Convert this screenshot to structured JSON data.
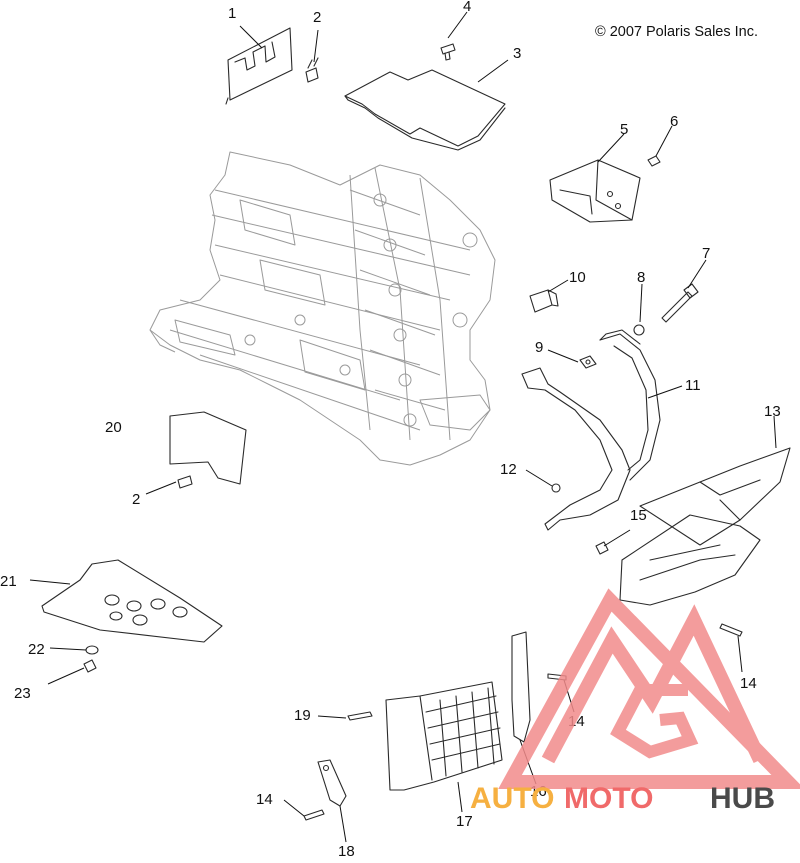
{
  "copyright": "© 2007 Polaris Sales Inc.",
  "callouts": [
    "1",
    "2",
    "4",
    "3",
    "5",
    "6",
    "7",
    "10",
    "8",
    "9",
    "11",
    "13",
    "12",
    "20",
    "2",
    "15",
    "21",
    "14",
    "22",
    "23",
    "14",
    "19",
    "16",
    "17",
    "14",
    "18"
  ],
  "watermark": {
    "part1": "AUTO",
    "part2": "MOTO",
    "part3": "HUB",
    "color_orange": "#f6b041",
    "color_red": "#f06a6a",
    "color_dark": "#4a4a4a",
    "logo_color": "#f28b8b"
  }
}
